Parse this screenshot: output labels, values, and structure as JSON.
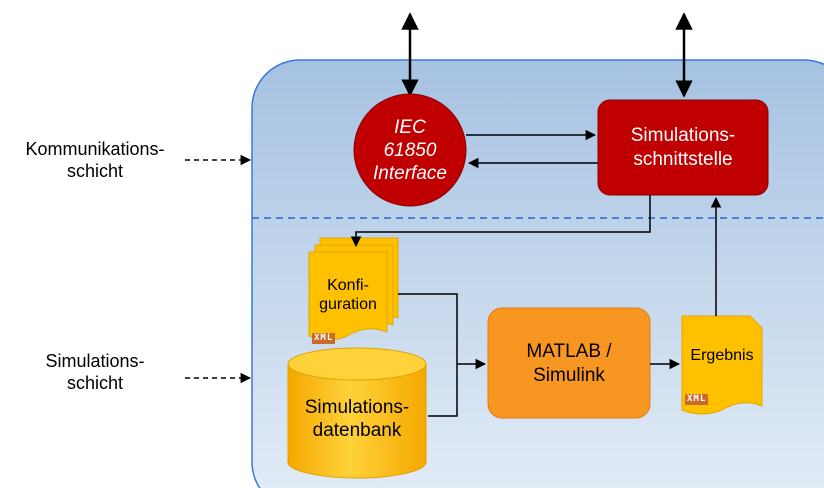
{
  "layers": {
    "communication": "Kommunikations-\nschicht",
    "simulation": "Simulations-\nschicht"
  },
  "nodes": {
    "iec": "IEC\n61850\nInterface",
    "sim_interface": "Simulations-\nschnittstelle",
    "config": "Konfi-\nguration",
    "database": "Simulations-\ndatenbank",
    "matlab": "MATLAB /\nSimulink",
    "result": "Ergebnis"
  },
  "badges": {
    "config_xml": "XML",
    "result_xml": "XML"
  },
  "colors": {
    "red": "#c00000",
    "orange": "#f79620",
    "yellow": "#ffc000",
    "blue_border": "#3c78d8"
  }
}
